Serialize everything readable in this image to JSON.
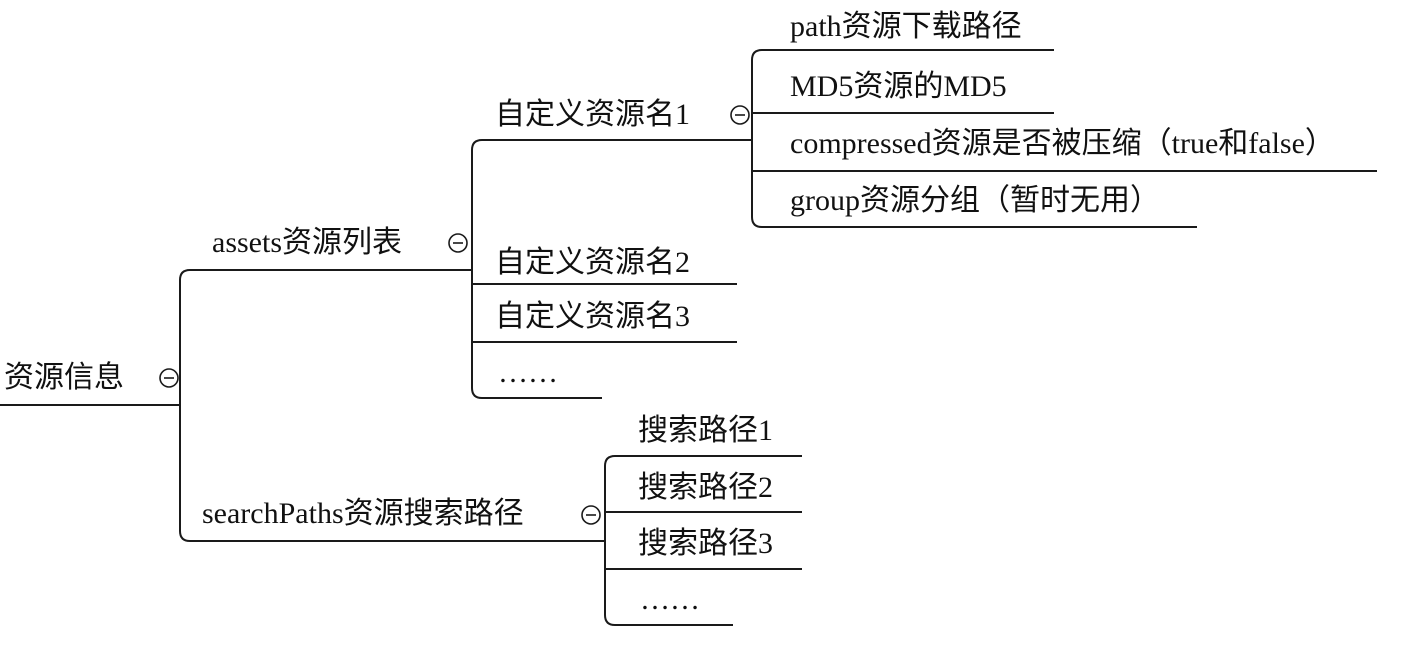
{
  "mindmap": {
    "root": {
      "label": "资源信息",
      "collapsible": true,
      "children": [
        {
          "label": "assets资源列表",
          "collapsible": true,
          "children": [
            {
              "label": "自定义资源名1",
              "collapsible": true,
              "children": [
                {
                  "label": "path资源下载路径"
                },
                {
                  "label": "MD5资源的MD5"
                },
                {
                  "label": "compressed资源是否被压缩（true和false）"
                },
                {
                  "label": "group资源分组（暂时无用）"
                }
              ]
            },
            {
              "label": "自定义资源名2"
            },
            {
              "label": "自定义资源名3"
            },
            {
              "label": "……"
            }
          ]
        },
        {
          "label": "searchPaths资源搜索路径",
          "collapsible": true,
          "children": [
            {
              "label": "搜索路径1"
            },
            {
              "label": "搜索路径2"
            },
            {
              "label": "搜索路径3"
            },
            {
              "label": "……"
            }
          ]
        }
      ]
    }
  }
}
